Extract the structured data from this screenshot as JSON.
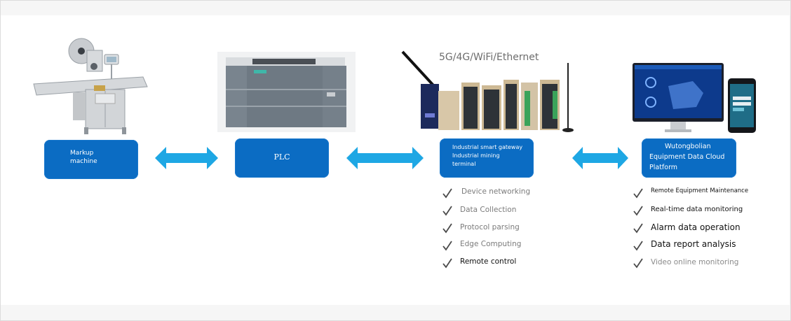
{
  "network_label": "5G/4G/WiFi/Ethernet",
  "nodes": [
    {
      "id": "markup",
      "lines": [
        "Markup",
        "machine"
      ],
      "image": "labeling-machine"
    },
    {
      "id": "plc",
      "lines": [
        "PLC"
      ],
      "image": "plc-controller"
    },
    {
      "id": "gateway",
      "lines": [
        "Industrial smart gateway",
        "Industrial mining",
        "terminal"
      ],
      "image": "gateway-devices"
    },
    {
      "id": "platform",
      "lines": [
        "Wutongbolian",
        "Equipment Data Cloud",
        "Platform"
      ],
      "image": "monitor-and-phone"
    }
  ],
  "connectors": [
    "bidirectional-arrow",
    "bidirectional-arrow",
    "bidirectional-arrow"
  ],
  "gateway_features": [
    "Device networking",
    "Data Collection",
    "Protocol parsing",
    "Edge Computing",
    "Remote control"
  ],
  "platform_features": [
    "Remote Equipment Maintenance",
    "Real-time data monitoring",
    "Alarm data operation",
    "Data report analysis",
    "Video online monitoring"
  ],
  "colors": {
    "box": "#0b6cc3",
    "arrow": "#1ea7e4",
    "page": "#f6f6f6",
    "check": "#4a4a4a"
  }
}
